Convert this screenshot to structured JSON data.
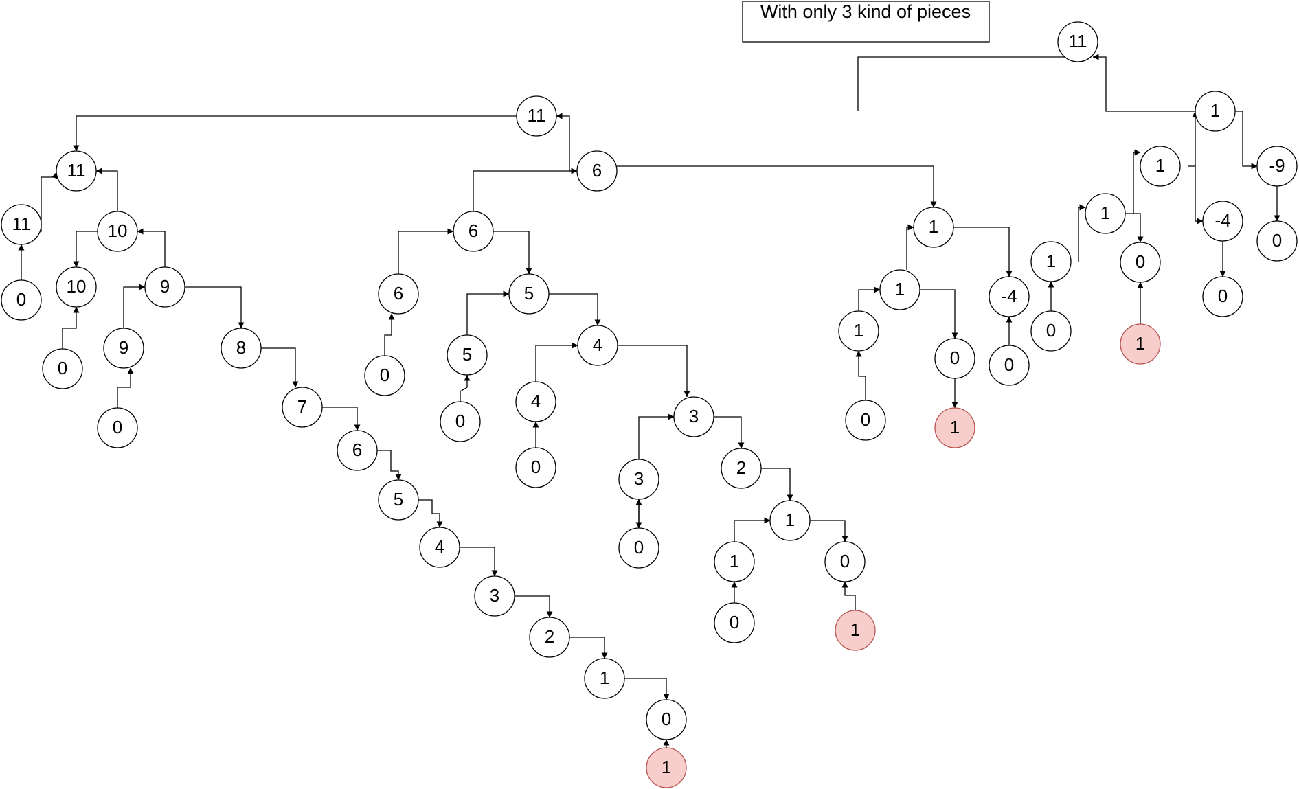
{
  "title": "With only 3 kind of pieces",
  "colors": {
    "background": "#ffffff",
    "line": "#000000",
    "node_fill": "#ffffff",
    "node_stroke": "#000000",
    "highlight_fill": "#f8cecc",
    "highlight_stroke": "#b85450"
  },
  "nodes": {
    "n_root": {
      "label": "11"
    },
    "n_l1": {
      "label": "11"
    },
    "n_a": {
      "label": "11"
    },
    "n_b": {
      "label": "11"
    },
    "n_b0": {
      "label": "0"
    },
    "n_c": {
      "label": "10"
    },
    "n_d": {
      "label": "10"
    },
    "n_d0": {
      "label": "0"
    },
    "n_e": {
      "label": "9"
    },
    "n_f": {
      "label": "9"
    },
    "n_f0": {
      "label": "0"
    },
    "n_g8": {
      "label": "8"
    },
    "n_g7": {
      "label": "7"
    },
    "n_g6": {
      "label": "6"
    },
    "n_g5": {
      "label": "5"
    },
    "n_g4": {
      "label": "4"
    },
    "n_g3": {
      "label": "3"
    },
    "n_g2": {
      "label": "2"
    },
    "n_g1": {
      "label": "1"
    },
    "n_g0": {
      "label": "0"
    },
    "n_gp": {
      "label": "1",
      "highlight": true
    },
    "n_m6": {
      "label": "6"
    },
    "n_m6b": {
      "label": "6"
    },
    "n_m6c": {
      "label": "6"
    },
    "n_m6c0": {
      "label": "0"
    },
    "n_m5": {
      "label": "5"
    },
    "n_m5b": {
      "label": "5"
    },
    "n_m5b0": {
      "label": "0"
    },
    "n_m4": {
      "label": "4"
    },
    "n_m4b": {
      "label": "4"
    },
    "n_m4b0": {
      "label": "0"
    },
    "n_m3": {
      "label": "3"
    },
    "n_m3b": {
      "label": "3"
    },
    "n_m3b0": {
      "label": "0"
    },
    "n_m2": {
      "label": "2"
    },
    "n_m1": {
      "label": "1"
    },
    "n_m1b": {
      "label": "1"
    },
    "n_m1b0": {
      "label": "0"
    },
    "n_m0": {
      "label": "0"
    },
    "n_mp": {
      "label": "1",
      "highlight": true
    },
    "n_r1": {
      "label": "1"
    },
    "n_r1a": {
      "label": "1"
    },
    "n_r1b": {
      "label": "1"
    },
    "n_r1b0": {
      "label": "0"
    },
    "n_r0": {
      "label": "0"
    },
    "n_rp": {
      "label": "1",
      "highlight": true
    },
    "n_rm4": {
      "label": "-4"
    },
    "n_rm40": {
      "label": "0"
    },
    "n_t1": {
      "label": "1"
    },
    "n_t1a": {
      "label": "1"
    },
    "n_t1b": {
      "label": "1"
    },
    "n_t1c": {
      "label": "1"
    },
    "n_t1c0": {
      "label": "0"
    },
    "n_t0": {
      "label": "0"
    },
    "n_tp": {
      "label": "1",
      "highlight": true
    },
    "n_tm4": {
      "label": "-4"
    },
    "n_tm40": {
      "label": "0"
    },
    "n_tm9": {
      "label": "-9"
    },
    "n_tm90": {
      "label": "0"
    }
  }
}
